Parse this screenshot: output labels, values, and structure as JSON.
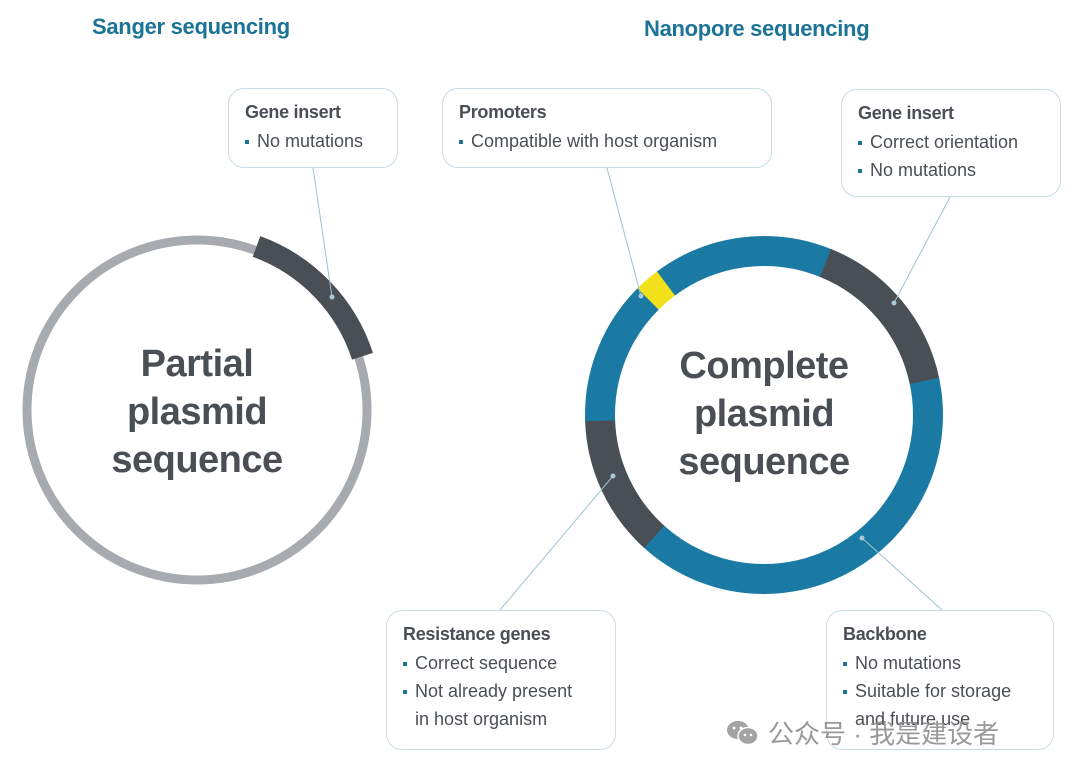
{
  "headings": {
    "sanger": "Sanger sequencing",
    "nanopore": "Nanopore sequencing"
  },
  "sanger": {
    "center_label": [
      "Partial",
      "plasmid",
      "sequence"
    ],
    "callouts": [
      {
        "title": "Gene insert",
        "bullets": [
          "No mutations"
        ]
      }
    ]
  },
  "nanopore": {
    "center_label": [
      "Complete",
      "plasmid",
      "sequence"
    ],
    "callouts": [
      {
        "title": "Promoters",
        "bullets": [
          "Compatible with host organism"
        ]
      },
      {
        "title": "Gene insert",
        "bullets": [
          "Correct orientation",
          "No mutations"
        ]
      },
      {
        "title": "Resistance genes",
        "bullets": [
          "Correct sequence",
          "Not already present",
          "in host organism"
        ]
      },
      {
        "title": "Backbone",
        "bullets": [
          "No mutations",
          "Suitable for storage",
          "and future use"
        ]
      }
    ]
  },
  "rings": {
    "sanger": {
      "base_color": "#a7abaf",
      "segments": [
        {
          "name": "gene-insert",
          "start_deg": 20,
          "end_deg": 72,
          "color": "#4a4f55"
        }
      ]
    },
    "nanopore": {
      "segments": [
        {
          "name": "backbone-top",
          "start_deg": 323,
          "end_deg": 382,
          "color": "#1b7aa3"
        },
        {
          "name": "gene-insert",
          "start_deg": 22,
          "end_deg": 78,
          "color": "#4a4f55"
        },
        {
          "name": "backbone",
          "start_deg": 78,
          "end_deg": 222,
          "color": "#1b7aa3"
        },
        {
          "name": "resistance-genes",
          "start_deg": 222,
          "end_deg": 268,
          "color": "#4a4f55"
        },
        {
          "name": "backbone-left",
          "start_deg": 268,
          "end_deg": 315,
          "color": "#1b7aa3"
        },
        {
          "name": "promoter",
          "start_deg": 315,
          "end_deg": 323,
          "color": "#f2e01a"
        }
      ]
    }
  },
  "colors": {
    "accent": "#1b7396",
    "text": "#4a4f55",
    "ring_blue": "#1b7aa3",
    "ring_dark": "#4a4f55",
    "ring_gray": "#a7abaf",
    "promoter_yellow": "#f2e01a",
    "callout_border": "#c9dce3",
    "leader_line": "#9cc3d0"
  },
  "watermark": {
    "text": "公众号 · 我是建设者"
  }
}
